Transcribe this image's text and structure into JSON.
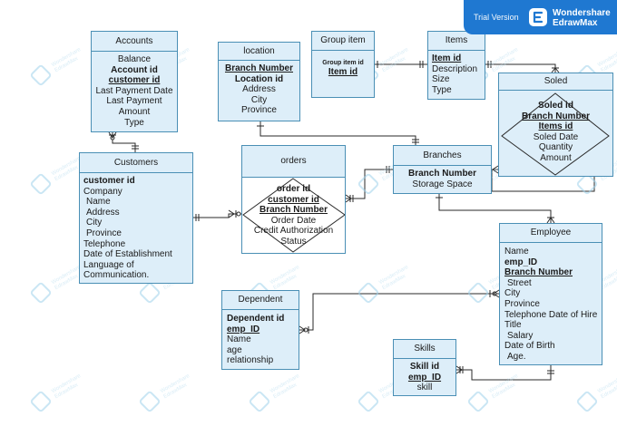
{
  "banner": {
    "trial": "Trial Version",
    "brand_line1": "Wondershare",
    "brand_line2": "EdrawMax"
  },
  "watermark": {
    "line1": "Wondershare",
    "line2": "EdrawMax"
  },
  "entities": {
    "accounts": {
      "title": "Accounts",
      "attrs": [
        "Balance",
        "Account id",
        "customer id",
        "Last Payment Date",
        "Last Payment",
        "Amount",
        "Type"
      ]
    },
    "location": {
      "title": "location",
      "attrs": [
        "Branch Number",
        "Location id",
        "Address",
        "City",
        "Province"
      ]
    },
    "group_item": {
      "title": "Group item",
      "attrs": [
        "Group item id",
        "Item id"
      ]
    },
    "items": {
      "title": "Items",
      "attrs": [
        "Item id",
        "Description",
        "Size",
        "Type"
      ]
    },
    "soled": {
      "title": "Soled",
      "attrs": [
        "Soled id",
        "Branch Number",
        "Items id",
        "Soled Date",
        "Quantity",
        "Amount"
      ]
    },
    "customers": {
      "title": "Customers",
      "attrs": [
        "customer id",
        "Company",
        "Name",
        "Address",
        "City",
        "Province",
        "Telephone",
        "Date of Establishment",
        "Language of",
        "Communication."
      ]
    },
    "orders": {
      "title": "orders",
      "attrs": [
        "order id",
        "customer id",
        "Branch Number",
        "Order Date",
        "Credit Authorization",
        "Status"
      ]
    },
    "branches": {
      "title": "Branches",
      "attrs": [
        "Branch Number",
        "Storage Space"
      ]
    },
    "employee": {
      "title": "Employee",
      "attrs": [
        "Name",
        "emp_ID",
        "Branch Number",
        "Street",
        "City",
        "Province",
        "Telephone Date of Hire",
        "Title",
        "Salary",
        "Date of Birth",
        "Age."
      ]
    },
    "dependent": {
      "title": "Dependent",
      "attrs": [
        "Dependent id",
        "emp_ID",
        "Name",
        "age",
        "relationship"
      ]
    },
    "skills": {
      "title": "Skills",
      "attrs": [
        "Skill id",
        "emp_ID",
        "skill"
      ]
    }
  }
}
